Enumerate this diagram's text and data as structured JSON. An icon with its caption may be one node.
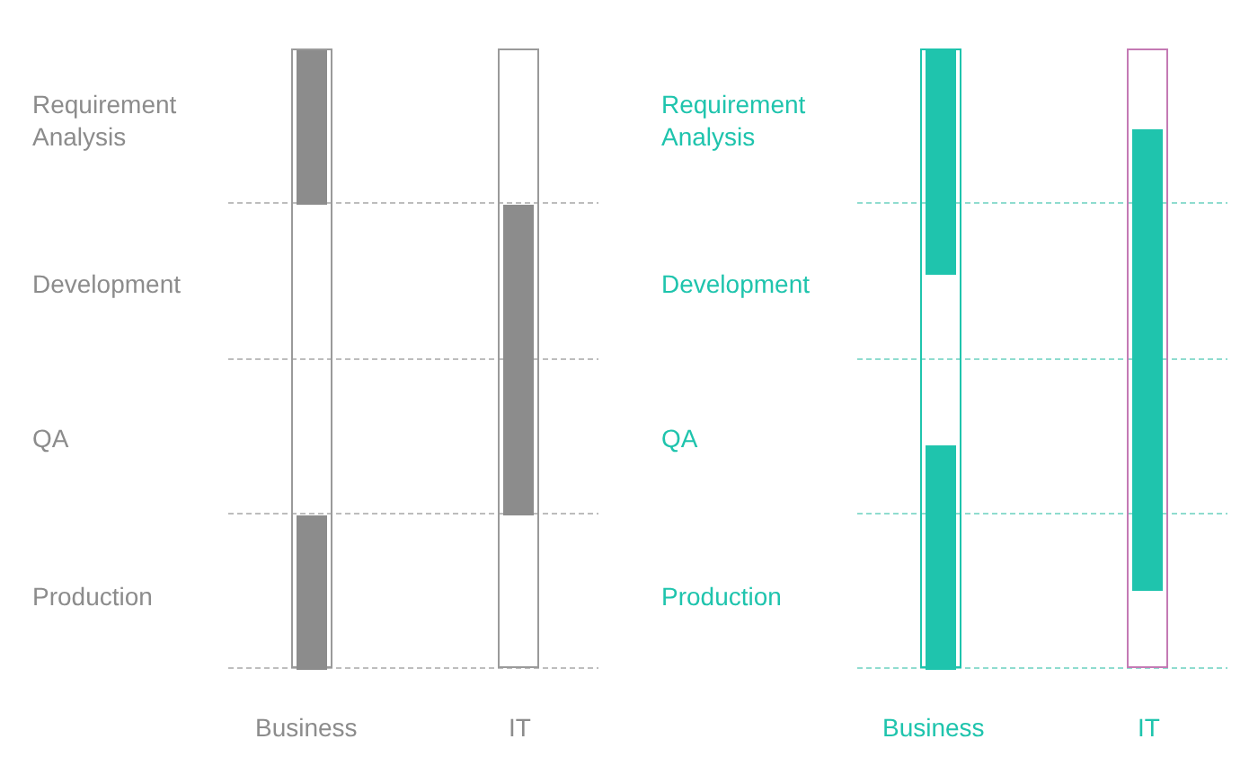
{
  "diagram": {
    "nodes": [
      {
        "text": [],
        "shape": "bar"
      },
      {
        "text": [],
        "shape": "bar",
        "in": 0
      },
      {
        "text": [],
        "shape": "bar",
        "in": 0
      },
      {
        "text": [],
        "shape": "bar"
      },
      {
        "text": [],
        "shape": "bar",
        "in": 3
      },
      {
        "text": [],
        "shape": "bar"
      },
      {
        "text": [],
        "shape": "bar",
        "in": 5
      },
      {
        "text": [],
        "shape": "bar",
        "in": 5
      },
      {
        "text": [],
        "shape": "bar"
      },
      {
        "text": [],
        "shape": "bar",
        "in": 8
      }
    ],
    "edges": [],
    "labels": [
      "Requirement Analysis",
      "Development",
      "QA",
      "Production",
      "Business",
      "IT",
      "Requirement Analysis",
      "Development",
      "QA",
      "Production",
      "Business",
      "IT"
    ]
  }
}
